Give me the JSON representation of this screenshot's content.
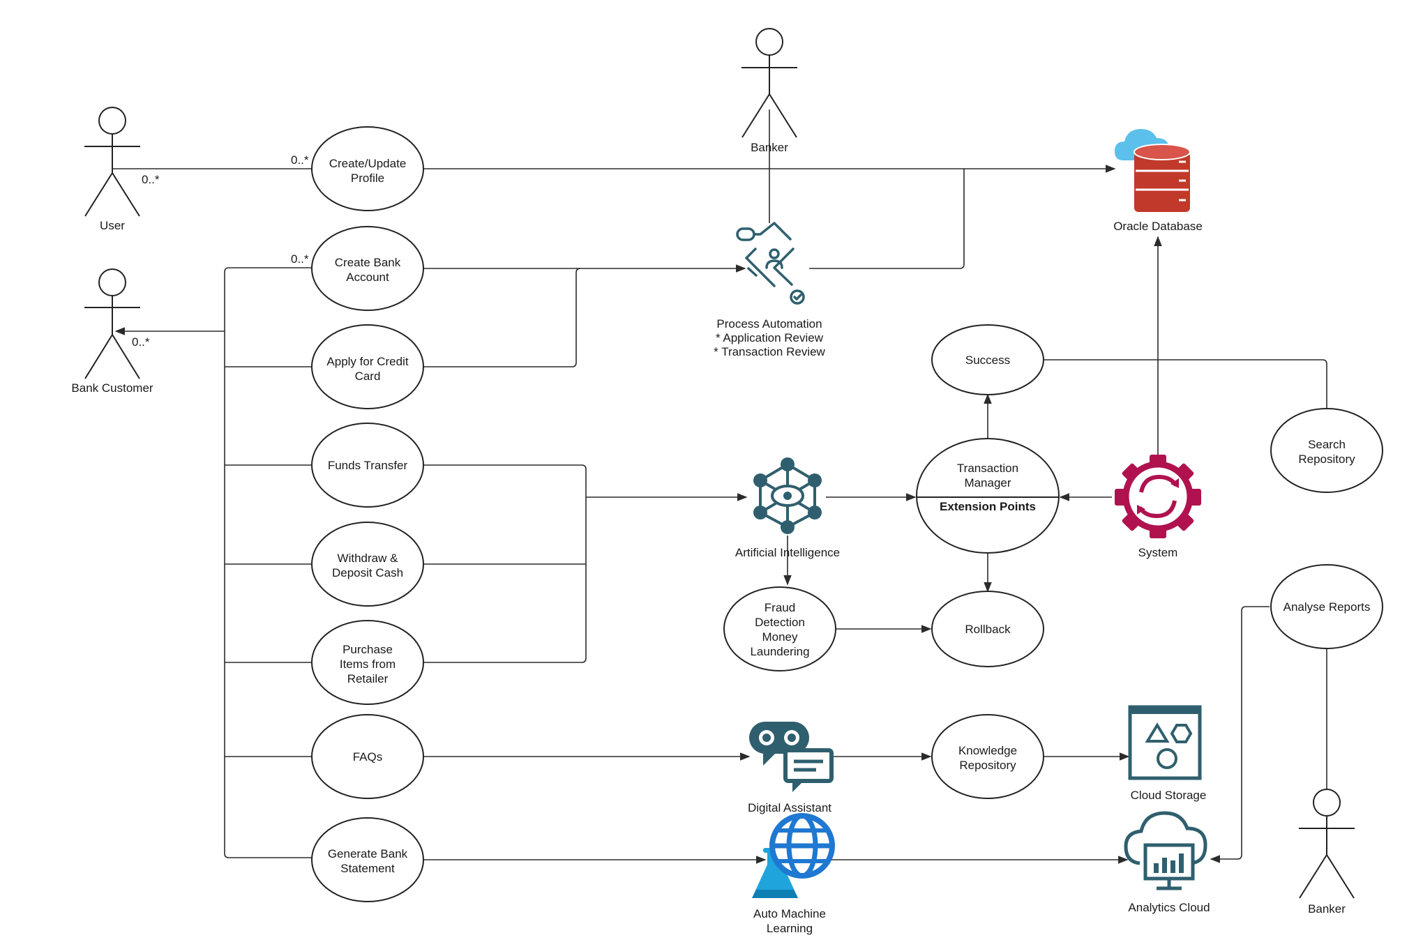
{
  "actors": {
    "user": "User",
    "bank_customer": "Bank Customer",
    "banker_top": "Banker",
    "banker_bottom": "Banker"
  },
  "multiplicity": {
    "user_end": "0..*",
    "profile_end": "0..*",
    "account_end": "0..*",
    "customer_end": "0..*"
  },
  "use_cases": {
    "create_profile": [
      "Create/Update",
      "Profile"
    ],
    "create_account": [
      "Create Bank",
      "Account"
    ],
    "apply_credit": [
      "Apply for Credit",
      "Card"
    ],
    "funds_transfer": [
      "Funds Transfer"
    ],
    "withdraw_deposit": [
      "Withdraw &",
      "Deposit Cash"
    ],
    "purchase": [
      "Purchase",
      "Items from",
      "Retailer"
    ],
    "faqs": [
      "FAQs"
    ],
    "bank_statement": [
      "Generate Bank",
      "Statement"
    ],
    "fraud": [
      "Fraud",
      "Detection",
      "Money",
      "Laundering"
    ],
    "rollback": [
      "Rollback"
    ],
    "success": [
      "Success"
    ],
    "transaction_manager": [
      "Transaction",
      "Manager"
    ],
    "extension_points": "Extension Points",
    "knowledge_repo": [
      "Knowledge",
      "Repository"
    ],
    "search_repo": [
      "Search",
      "Repository"
    ],
    "analyse_reports": [
      "Analyse Reports"
    ]
  },
  "services": {
    "oracle_db": "Oracle Database",
    "process_automation": [
      "Process Automation",
      "* Application Review",
      "* Transaction Review"
    ],
    "ai": "Artificial Intelligence",
    "system": "System",
    "digital_assistant": "Digital Assistant",
    "auto_ml": [
      "Auto Machine",
      "Learning"
    ],
    "cloud_storage": "Cloud Storage",
    "analytics_cloud": "Analytics Cloud"
  },
  "colors": {
    "line": "#2b2b2b",
    "teal": "#2f5f6e",
    "db_red": "#c0392b",
    "cloud_blue": "#5bc0eb",
    "system_magenta": "#b0124f",
    "globe_blue": "#1f78d1",
    "flask_cyan": "#1fa5dc"
  }
}
